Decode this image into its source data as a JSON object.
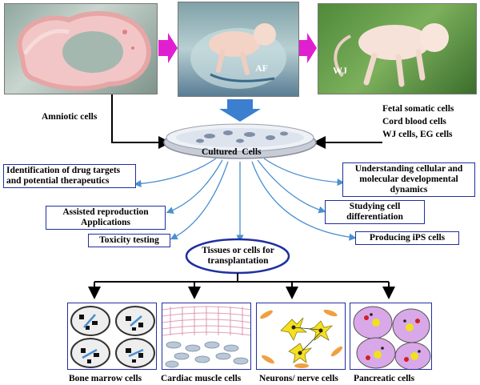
{
  "photos": {
    "af_tag": "AF",
    "wj_tag": "WJ"
  },
  "sources": {
    "left": "Amniotic cells",
    "right_lines": [
      "Fetal somatic cells",
      "Cord blood cells",
      "WJ cells, EG cells"
    ]
  },
  "center": {
    "cultured": "Cultured  Cells"
  },
  "applications_left": [
    "Identification of drug targets and potential therapeutics",
    "Assisted reproduction Applications",
    "Toxicity testing"
  ],
  "applications_right": [
    "Understanding cellular and molecular developmental dynamics",
    "Studying cell differentiation",
    "Producing iPS cells"
  ],
  "transplant": {
    "label": "Tissues or cells for transplantation"
  },
  "cell_types": [
    "Bone marrow cells",
    "Cardiac muscle cells",
    "Neurons/ nerve cells",
    "Pancreatic cells"
  ],
  "colors": {
    "box_border": "#1f2fa0",
    "arrow_magenta": "#e020d0",
    "arrow_blue": "#3a7fd0",
    "connector_blue": "#4a90d0"
  }
}
